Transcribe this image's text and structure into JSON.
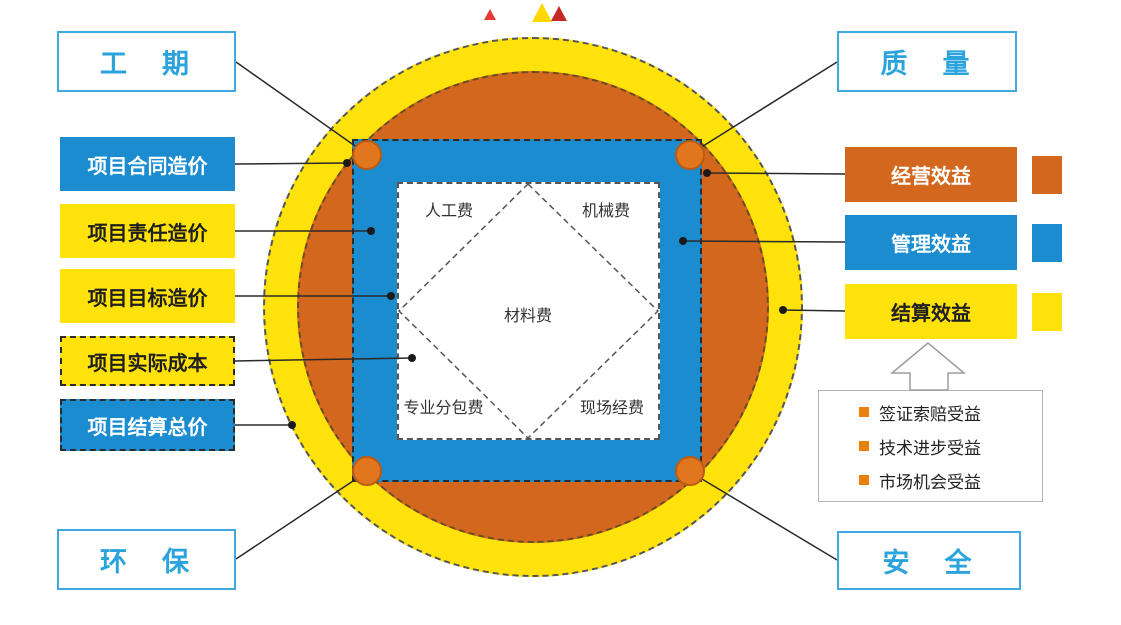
{
  "corner_labels": {
    "top_left": "工　期",
    "top_right": "质　量",
    "bottom_left": "环　保",
    "bottom_right": "安　全"
  },
  "left_boxes": [
    {
      "label": "项目合同造价",
      "style": "blue-solid"
    },
    {
      "label": "项目责任造价",
      "style": "yellow-solid"
    },
    {
      "label": "项目目标造价",
      "style": "yellow-solid"
    },
    {
      "label": "项目实际成本",
      "style": "yellow-dashed"
    },
    {
      "label": "项目结算总价",
      "style": "blue-dashed"
    }
  ],
  "right_boxes": [
    {
      "label": "经营效益",
      "style": "orange"
    },
    {
      "label": "管理效益",
      "style": "blue"
    },
    {
      "label": "结算效益",
      "style": "yellow"
    }
  ],
  "benefits": [
    "签证索赔受益",
    "技术进步受益",
    "市场机会受益"
  ],
  "costs": {
    "top_left": "人工费",
    "top_right": "机械费",
    "center": "材料费",
    "bottom_left": "专业分包费",
    "bottom_right": "现场经费"
  },
  "colors": {
    "ring_yellow": "#FFE20A",
    "core_orange": "#D2671D",
    "frame_blue": "#1B8CD0",
    "corner_node_orange": "#E2761E",
    "label_blue_text": "#2BA3DC",
    "bullet_orange": "#E8820C"
  }
}
